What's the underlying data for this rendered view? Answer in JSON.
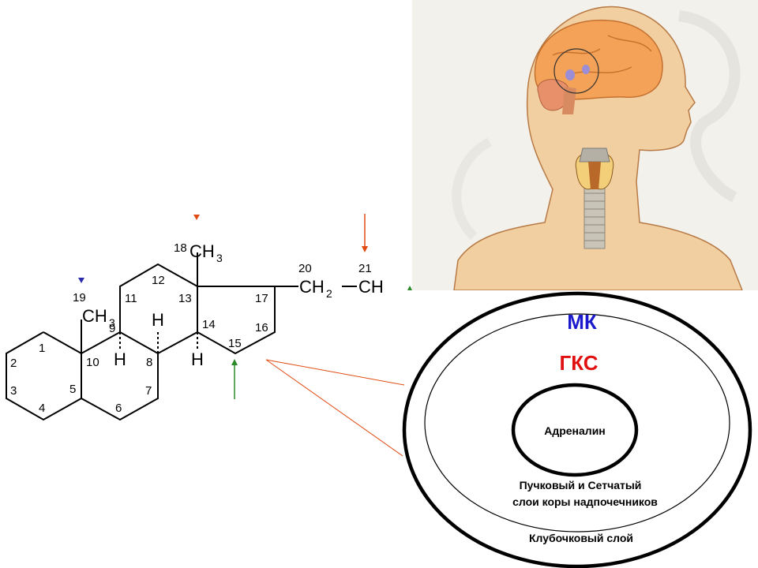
{
  "steroid": {
    "ring_numbers": [
      "1",
      "2",
      "3",
      "4",
      "5",
      "6",
      "7",
      "8",
      "9",
      "10",
      "11",
      "12",
      "13",
      "14",
      "15",
      "16",
      "17",
      "20",
      "21"
    ],
    "c18_label": "18",
    "c18_group": "CH",
    "c18_sub": "3",
    "c19_label": "19",
    "c19_group": "CH",
    "c19_sub": "3",
    "h9": "H",
    "h8": "H",
    "h14": "H",
    "side_chain_ch2": "CH",
    "side_chain_ch2_sub": "2",
    "side_chain_ch": "CH"
  },
  "adrenal_cortex": {
    "zone_outer_label": "МК",
    "zone_middle_label": "ГКС",
    "medulla_label": "Адреналин",
    "fasciculata_reticularis_line1": "Пучковый и Сетчатый",
    "fasciculata_reticularis_line2": "слои коры надпочечников",
    "glomerulosa_label": "Клубочковый слой"
  },
  "colors": {
    "mk_blue": "#1a1acc",
    "gks_red": "#e01010",
    "arrow_orange": "#e04a12",
    "arrow_green": "#2a8a2a",
    "marker_blue": "#2a2aaa",
    "skin": "#f2cfa0",
    "brain": "#f0a060"
  }
}
